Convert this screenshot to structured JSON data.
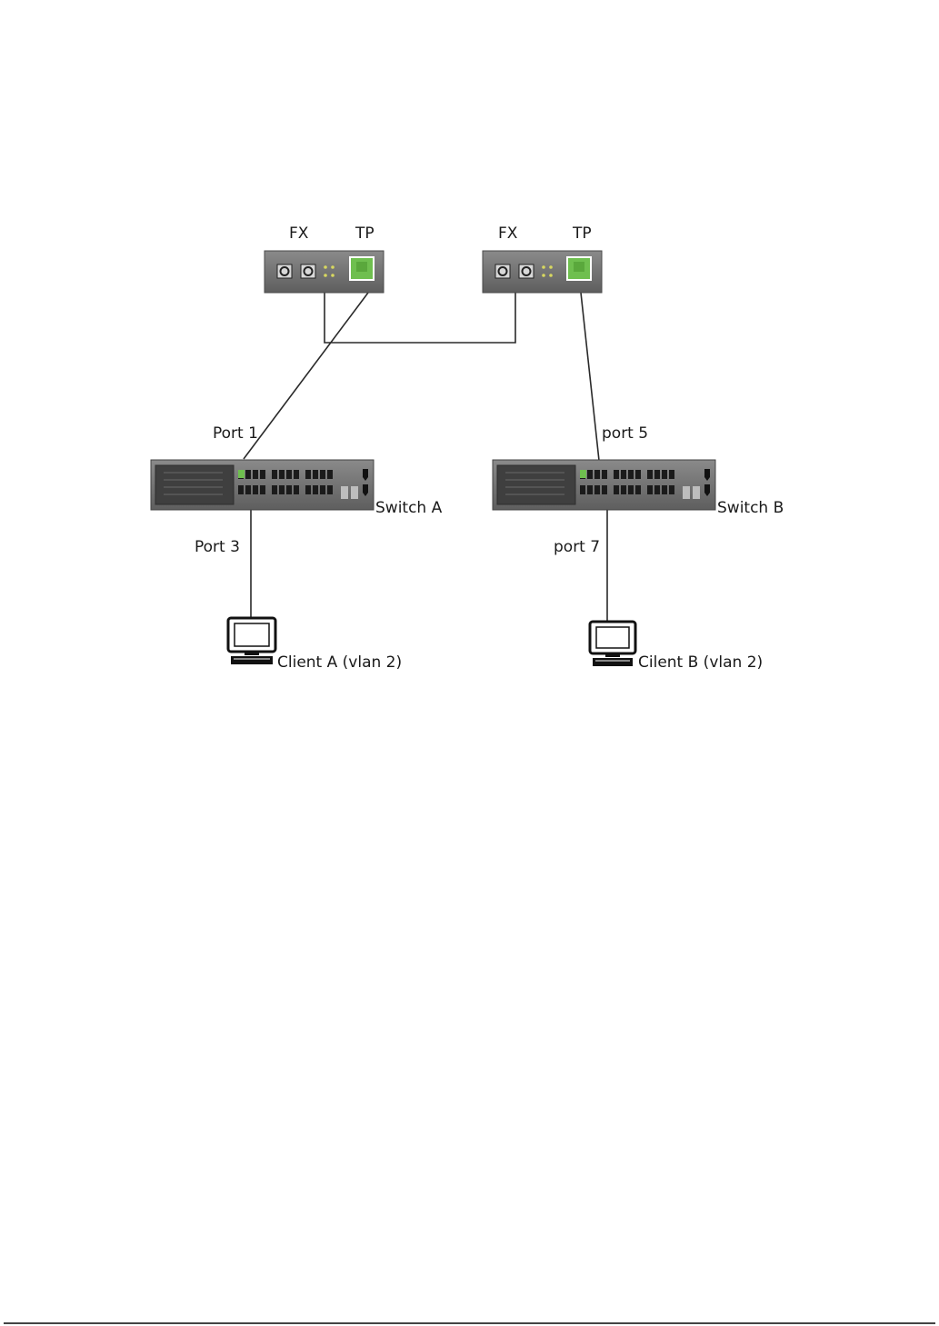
{
  "converter_left": {
    "fx_label": "FX",
    "tp_label": "TP"
  },
  "converter_right": {
    "fx_label": "FX",
    "tp_label": "TP"
  },
  "switch_a": {
    "name": "Switch A",
    "uplink_port_label": "Port 1",
    "client_port_label": "Port 3"
  },
  "switch_b": {
    "name": "Switch B",
    "uplink_port_label": "port 5",
    "client_port_label": "port 7"
  },
  "client_a": {
    "label": "Client A (vlan 2)"
  },
  "client_b": {
    "label": "Cilent B (vlan 2)"
  },
  "colors": {
    "device_body": "#7a7a7a",
    "port_green": "#6fbf4f",
    "led_yellow": "#d8d860",
    "wire": "#2a2a2a"
  }
}
